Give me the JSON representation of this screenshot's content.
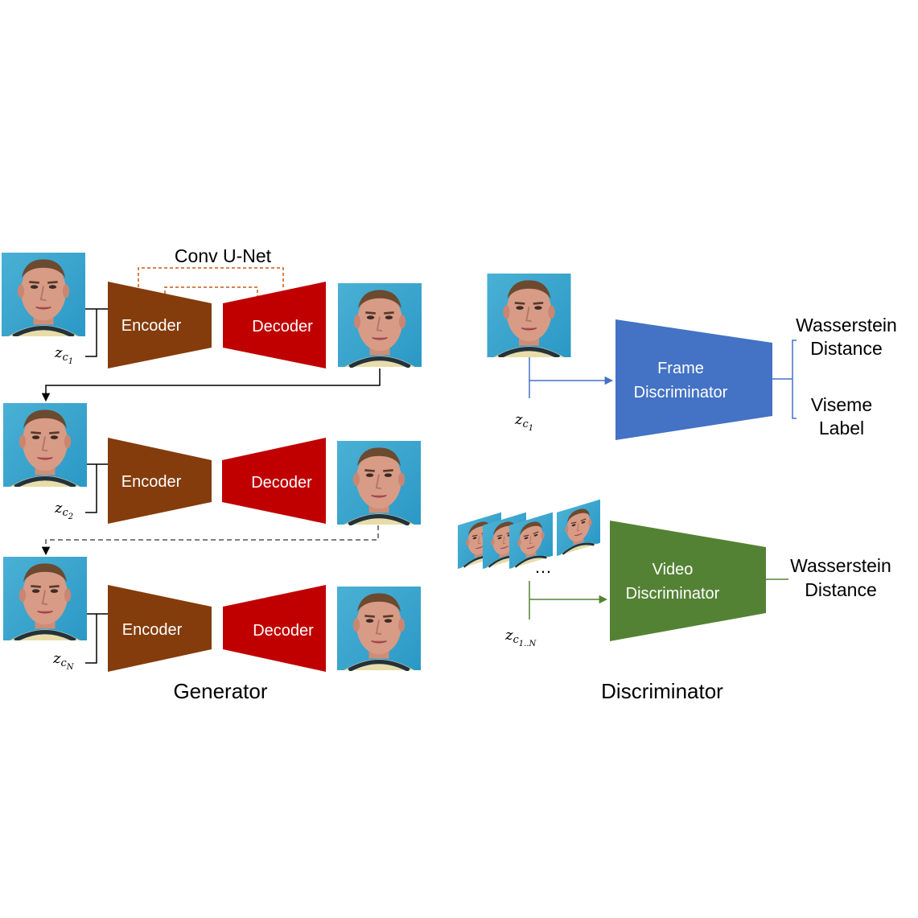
{
  "generator": {
    "caption": "Generator",
    "unet_label": "Conv U-Net",
    "rows": [
      {
        "encoder": "Encoder",
        "decoder": "Decoder",
        "z_base": "z",
        "z_sub": "c",
        "z_subsub": "1"
      },
      {
        "encoder": "Encoder",
        "decoder": "Decoder",
        "z_base": "z",
        "z_sub": "c",
        "z_subsub": "2"
      },
      {
        "encoder": "Encoder",
        "decoder": "Decoder",
        "z_base": "z",
        "z_sub": "c",
        "z_subsub": "N"
      }
    ]
  },
  "discriminator": {
    "caption": "Discriminator",
    "frame": {
      "line1": "Frame",
      "line2": "Discriminator",
      "z_base": "z",
      "z_sub": "c",
      "z_subsub": "1",
      "outputs": [
        {
          "line1": "Wasserstein",
          "line2": "Distance"
        },
        {
          "line1": "Viseme",
          "line2": "Label"
        }
      ]
    },
    "video": {
      "line1": "Video",
      "line2": "Discriminator",
      "ellipsis": "…",
      "z_base": "z",
      "z_sub": "c",
      "z_subsub": "1..N",
      "output": {
        "line1": "Wasserstein",
        "line2": "Distance"
      }
    }
  },
  "colors": {
    "encoder": "#843C0C",
    "decoder": "#C00000",
    "frame_disc": "#4472C4",
    "video_disc": "#548235",
    "unet_dash": "#C55A11"
  }
}
